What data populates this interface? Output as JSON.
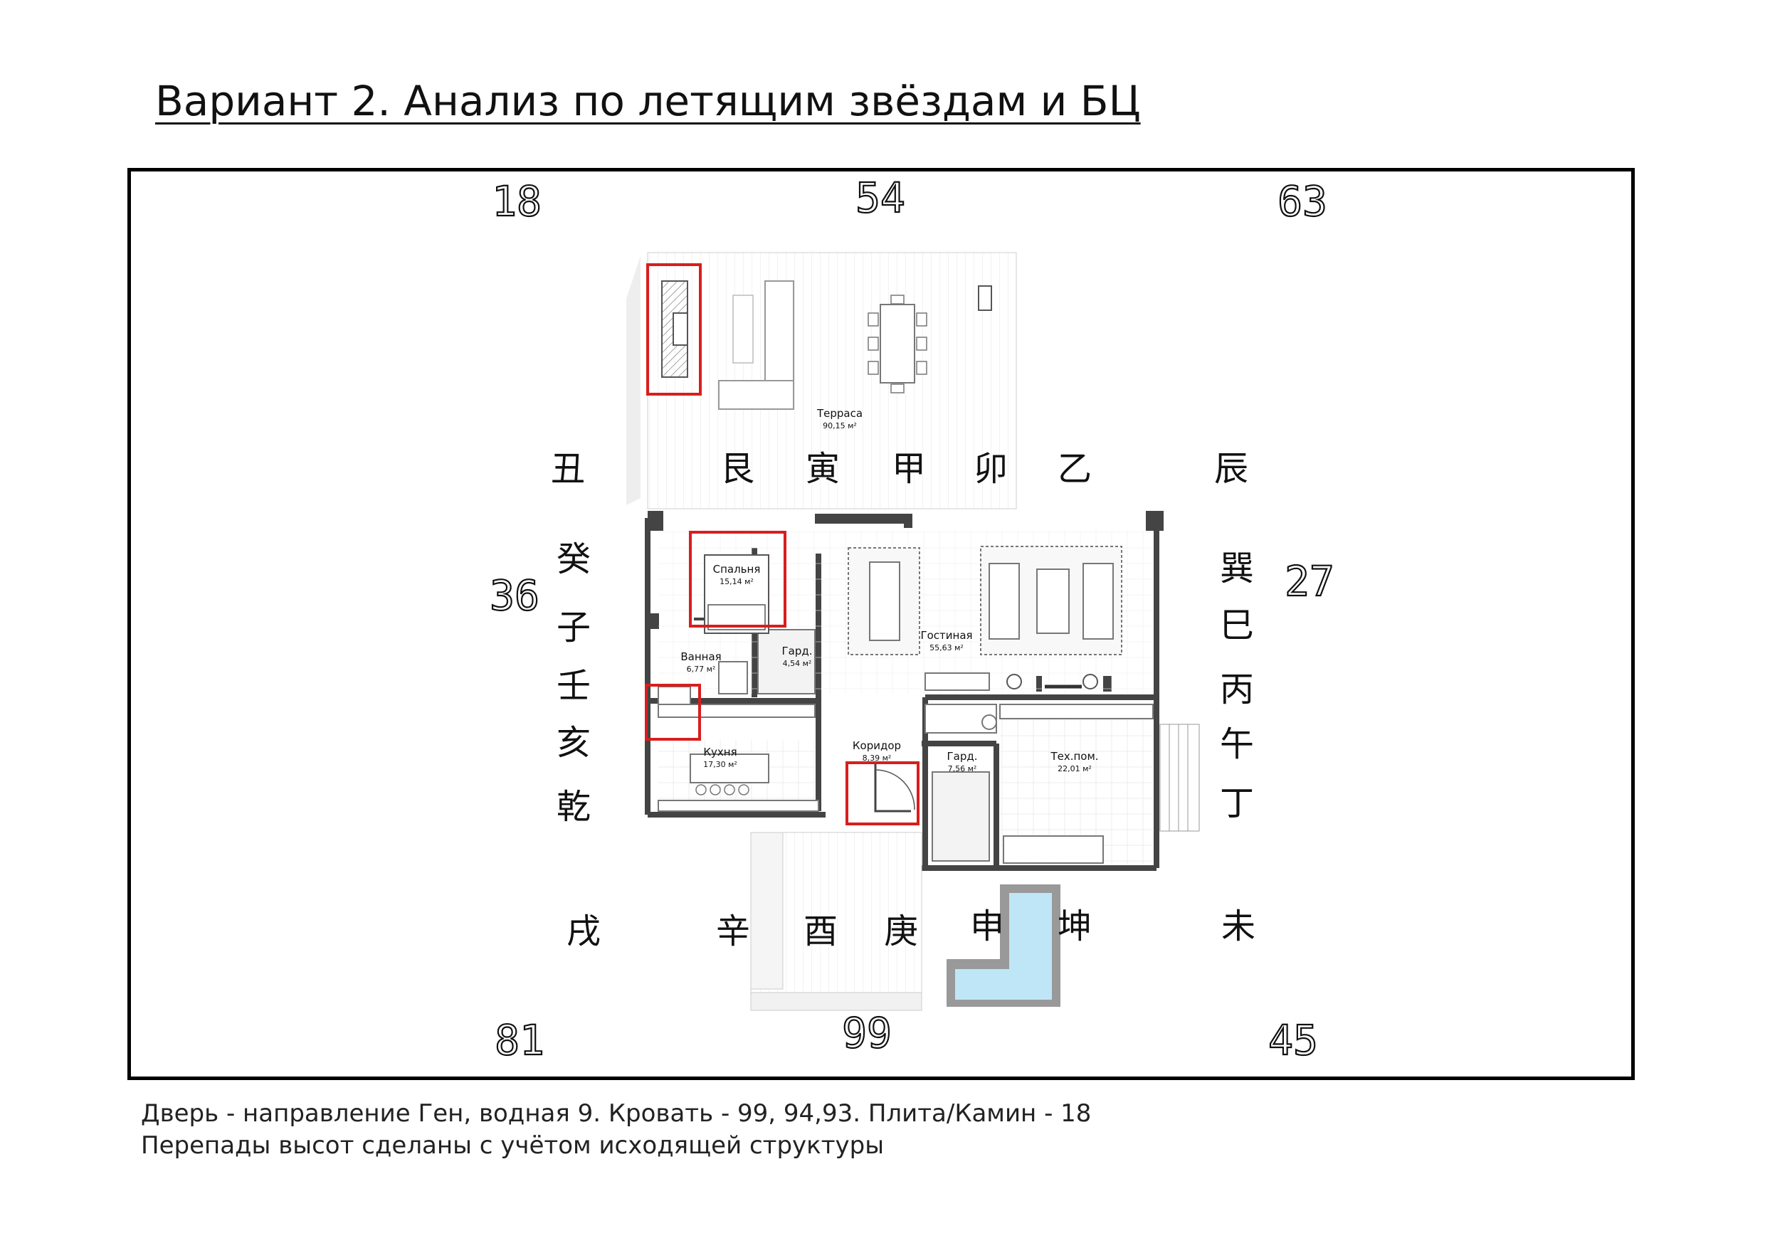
{
  "title": "Вариант 2. Анализ по летящим звёздам и БЦ",
  "captions": [
    "Дверь - направление Ген, водная 9. Кровать  - 99, 94,93. Плита/Камин - 18",
    "Перепады высот сделаны с учётом исходящей структуры"
  ],
  "stars": {
    "top_left": "18",
    "top_center": "54",
    "top_right": "63",
    "mid_left": "36",
    "mid_right": "27",
    "bottom_left": "81",
    "bottom_center": "99",
    "bottom_right": "45"
  },
  "mountains": {
    "top": [
      "丑",
      "艮",
      "寅",
      "甲",
      "卯",
      "乙",
      "辰"
    ],
    "left": [
      "癸",
      "子",
      "壬",
      "亥",
      "乾"
    ],
    "right": [
      "巽",
      "巳",
      "丙",
      "午",
      "丁"
    ],
    "bottom": [
      "戌",
      "辛",
      "酉",
      "庚",
      "申",
      "坤",
      "未"
    ]
  },
  "rooms": {
    "terrace": {
      "name": "Терраса",
      "area": "90,15 м²"
    },
    "bedroom": {
      "name": "Спальня",
      "area": "15,14 м²"
    },
    "bathroom": {
      "name": "Ванная",
      "area": "6,77 м²"
    },
    "wardrobe1": {
      "name": "Гард.",
      "area": "4,54 м²"
    },
    "living": {
      "name": "Гостиная",
      "area": "55,63 м²"
    },
    "kitchen": {
      "name": "Кухня",
      "area": "17,30 м²"
    },
    "corridor": {
      "name": "Коридор",
      "area": "8,39 м²"
    },
    "wardrobe2": {
      "name": "Гард.",
      "area": "7,56 м²"
    },
    "tech": {
      "name": "Тех.пом.",
      "area": "22,01 м²"
    }
  },
  "colors": {
    "highlight": "#d81e1e",
    "wall": "#444444",
    "pool": "#bfe6f7"
  }
}
